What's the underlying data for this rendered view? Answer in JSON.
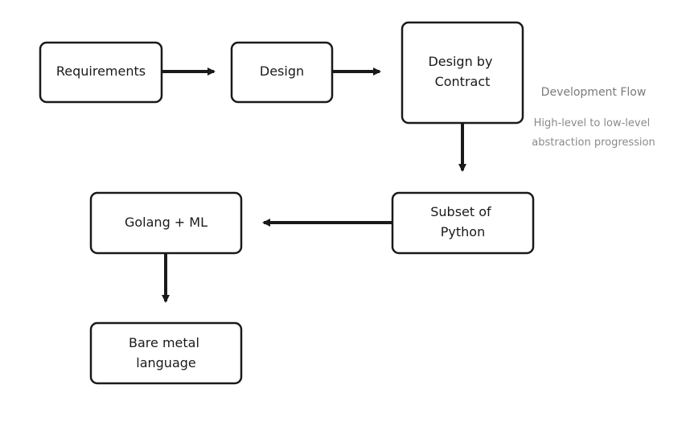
{
  "nodes": {
    "requirements": {
      "lines": [
        "Requirements"
      ]
    },
    "design": {
      "lines": [
        "Design"
      ]
    },
    "design_by_contract": {
      "lines": [
        "Design by",
        "Contract"
      ]
    },
    "subset_python": {
      "lines": [
        "Subset of",
        "Python"
      ]
    },
    "golang_ml": {
      "lines": [
        "Golang + ML"
      ]
    },
    "bare_metal": {
      "lines": [
        "Bare metal",
        "language"
      ]
    }
  },
  "note": {
    "title": "Development Flow",
    "subtitle_lines": [
      "High-level to low-level",
      "abstraction progression"
    ]
  },
  "edges": [
    {
      "from": "Requirements",
      "to": "Design"
    },
    {
      "from": "Design",
      "to": "Design by Contract"
    },
    {
      "from": "Design by Contract",
      "to": "Subset of Python"
    },
    {
      "from": "Subset of Python",
      "to": "Golang + ML"
    },
    {
      "from": "Golang + ML",
      "to": "Bare metal language"
    }
  ],
  "colors": {
    "stroke": "#1a1a1a",
    "text": "#1a1a1a",
    "note": "#7a7a7a"
  }
}
